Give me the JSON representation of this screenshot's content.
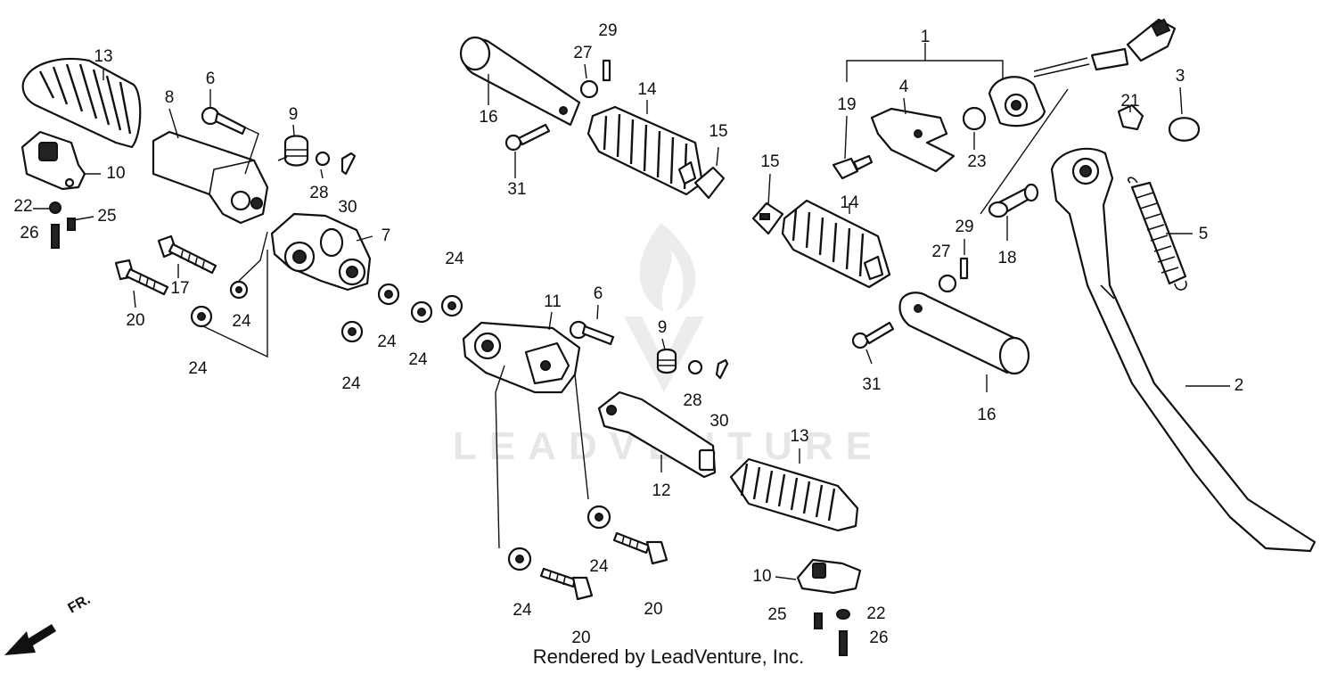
{
  "watermark": "LEADVENTURE",
  "credit": "Rendered by LeadVenture, Inc.",
  "direction_label": "FR.",
  "callouts": [
    {
      "id": "c13a",
      "text": "13"
    },
    {
      "id": "c8",
      "text": "8"
    },
    {
      "id": "c6a",
      "text": "6"
    },
    {
      "id": "c9a",
      "text": "9"
    },
    {
      "id": "c10a",
      "text": "10"
    },
    {
      "id": "c22a",
      "text": "22"
    },
    {
      "id": "c25a",
      "text": "25"
    },
    {
      "id": "c26a",
      "text": "26"
    },
    {
      "id": "c28a",
      "text": "28"
    },
    {
      "id": "c30a",
      "text": "30"
    },
    {
      "id": "c7",
      "text": "7"
    },
    {
      "id": "c17",
      "text": "17"
    },
    {
      "id": "c20a",
      "text": "20"
    },
    {
      "id": "c24a",
      "text": "24"
    },
    {
      "id": "c24b",
      "text": "24"
    },
    {
      "id": "c24c",
      "text": "24"
    },
    {
      "id": "c24d",
      "text": "24"
    },
    {
      "id": "c24e",
      "text": "24"
    },
    {
      "id": "c24f",
      "text": "24"
    },
    {
      "id": "c16a",
      "text": "16"
    },
    {
      "id": "c27a",
      "text": "27"
    },
    {
      "id": "c29a",
      "text": "29"
    },
    {
      "id": "c14a",
      "text": "14"
    },
    {
      "id": "c15a",
      "text": "15"
    },
    {
      "id": "c31a",
      "text": "31"
    },
    {
      "id": "c11",
      "text": "11"
    },
    {
      "id": "c6b",
      "text": "6"
    },
    {
      "id": "c9b",
      "text": "9"
    },
    {
      "id": "c28b",
      "text": "28"
    },
    {
      "id": "c30b",
      "text": "30"
    },
    {
      "id": "c12",
      "text": "12"
    },
    {
      "id": "c13b",
      "text": "13"
    },
    {
      "id": "c24g",
      "text": "24"
    },
    {
      "id": "c24h",
      "text": "24"
    },
    {
      "id": "c20b",
      "text": "20"
    },
    {
      "id": "c20c",
      "text": "20"
    },
    {
      "id": "c10b",
      "text": "10"
    },
    {
      "id": "c25b",
      "text": "25"
    },
    {
      "id": "c22b",
      "text": "22"
    },
    {
      "id": "c26b",
      "text": "26"
    },
    {
      "id": "c1",
      "text": "1"
    },
    {
      "id": "c4",
      "text": "4"
    },
    {
      "id": "c19",
      "text": "19"
    },
    {
      "id": "c23",
      "text": "23"
    },
    {
      "id": "c15b",
      "text": "15"
    },
    {
      "id": "c14b",
      "text": "14"
    },
    {
      "id": "c29b",
      "text": "29"
    },
    {
      "id": "c27b",
      "text": "27"
    },
    {
      "id": "c18",
      "text": "18"
    },
    {
      "id": "c31b",
      "text": "31"
    },
    {
      "id": "c16b",
      "text": "16"
    },
    {
      "id": "c3",
      "text": "3"
    },
    {
      "id": "c21",
      "text": "21"
    },
    {
      "id": "c5",
      "text": "5"
    },
    {
      "id": "c2",
      "text": "2"
    }
  ]
}
